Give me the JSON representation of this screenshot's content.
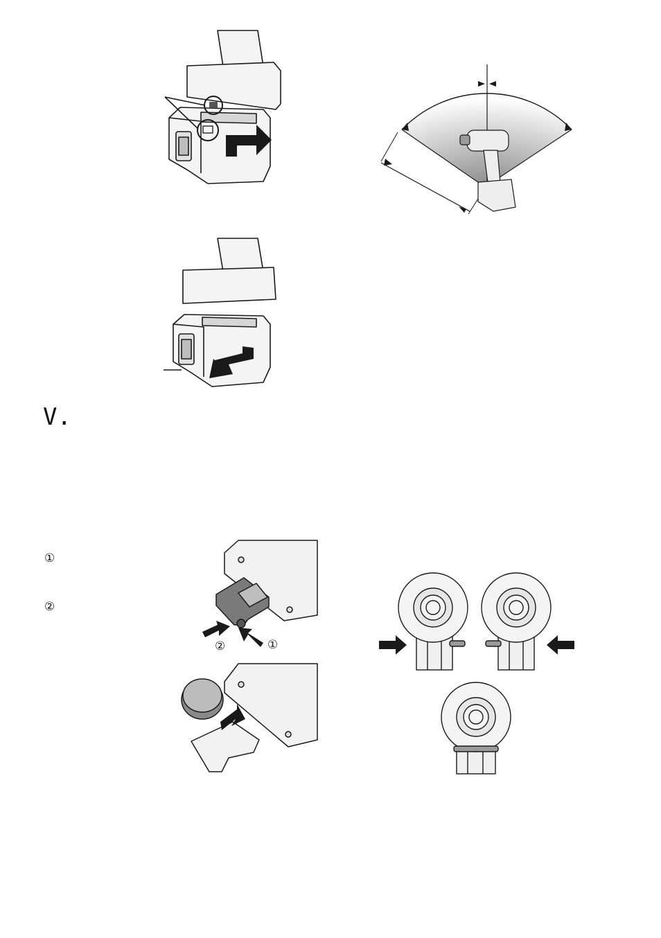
{
  "section": {
    "label": "V."
  },
  "steps": {
    "step1": "①",
    "step2": "②"
  },
  "battery_fig": {
    "step1": "①",
    "step2": "②"
  },
  "colors": {
    "line": "#1a1a1a",
    "fill_light": "#f2f2f2",
    "fill_mid": "#d0d0d0",
    "fill_dark": "#6b6b6b",
    "arrow": "#1a1a1a"
  }
}
